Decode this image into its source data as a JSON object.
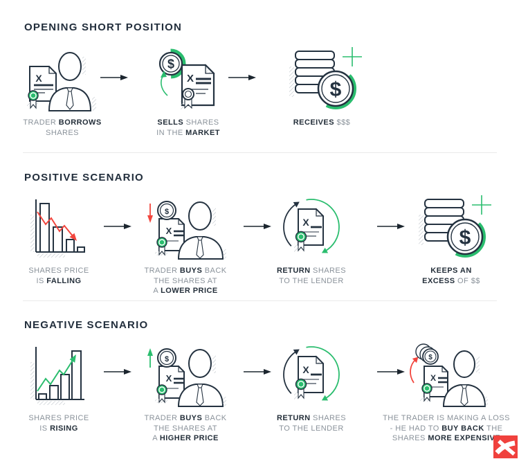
{
  "colors": {
    "navy": "#243240",
    "caption_gray": "#8a929a",
    "green": "#2abd6e",
    "red": "#f2453d",
    "divider": "#eaeaea",
    "logo_red": "#f0413d"
  },
  "sections": [
    {
      "title": "OPENING SHORT POSITION",
      "steps": [
        {
          "icon": "borrow-shares-icon",
          "caption": [
            [
              {
                "t": "TRADER ",
                "b": false
              },
              {
                "t": "BORROWS",
                "b": true
              }
            ],
            [
              {
                "t": "SHARES",
                "b": false
              }
            ]
          ]
        },
        {
          "icon": "sell-shares-icon",
          "caption": [
            [
              {
                "t": "SELLS",
                "b": true
              },
              {
                "t": " SHARES",
                "b": false
              }
            ],
            [
              {
                "t": "IN THE ",
                "b": false
              },
              {
                "t": "MARKET",
                "b": true
              }
            ]
          ]
        },
        {
          "icon": "receive-money-icon",
          "caption": [
            [
              {
                "t": "RECEIVES",
                "b": true
              },
              {
                "t": " $$$",
                "b": false
              }
            ]
          ]
        }
      ]
    },
    {
      "title": "POSITIVE SCENARIO",
      "steps": [
        {
          "icon": "falling-chart-icon",
          "caption": [
            [
              {
                "t": "SHARES PRICE",
                "b": false
              }
            ],
            [
              {
                "t": "IS ",
                "b": false
              },
              {
                "t": "FALLING",
                "b": true
              }
            ]
          ]
        },
        {
          "icon": "buy-back-lower-icon",
          "caption": [
            [
              {
                "t": "TRADER ",
                "b": false
              },
              {
                "t": "BUYS",
                "b": true
              },
              {
                "t": " BACK",
                "b": false
              }
            ],
            [
              {
                "t": "THE SHARES AT",
                "b": false
              }
            ],
            [
              {
                "t": "A ",
                "b": false
              },
              {
                "t": "LOWER PRICE",
                "b": true
              }
            ]
          ]
        },
        {
          "icon": "return-shares-icon",
          "caption": [
            [
              {
                "t": "RETURN",
                "b": true
              },
              {
                "t": " SHARES",
                "b": false
              }
            ],
            [
              {
                "t": "TO THE LENDER",
                "b": false
              }
            ]
          ]
        },
        {
          "icon": "keep-excess-icon",
          "caption": [
            [
              {
                "t": "KEEPS AN",
                "b": true
              }
            ],
            [
              {
                "t": "EXCESS",
                "b": true
              },
              {
                "t": " OF $$",
                "b": false
              }
            ]
          ]
        }
      ]
    },
    {
      "title": "NEGATIVE SCENARIO",
      "steps": [
        {
          "icon": "rising-chart-icon",
          "caption": [
            [
              {
                "t": "SHARES PRICE",
                "b": false
              }
            ],
            [
              {
                "t": "IS ",
                "b": false
              },
              {
                "t": "RISING",
                "b": true
              }
            ]
          ]
        },
        {
          "icon": "buy-back-higher-icon",
          "caption": [
            [
              {
                "t": "TRADER ",
                "b": false
              },
              {
                "t": "BUYS",
                "b": true
              },
              {
                "t": " BACK",
                "b": false
              }
            ],
            [
              {
                "t": "THE SHARES AT",
                "b": false
              }
            ],
            [
              {
                "t": "A ",
                "b": false
              },
              {
                "t": "HIGHER PRICE",
                "b": true
              }
            ]
          ]
        },
        {
          "icon": "return-shares-icon",
          "caption": [
            [
              {
                "t": "RETURN",
                "b": true
              },
              {
                "t": " SHARES",
                "b": false
              }
            ],
            [
              {
                "t": "TO THE LENDER",
                "b": false
              }
            ]
          ]
        },
        {
          "icon": "trader-loss-icon",
          "caption": [
            [
              {
                "t": "THE TRADER IS MAKING A LOSS",
                "b": false
              }
            ],
            [
              {
                "t": "- HE HAD TO ",
                "b": false
              },
              {
                "t": "BUY BACK",
                "b": true
              },
              {
                "t": " THE",
                "b": false
              }
            ],
            [
              {
                "t": "SHARES ",
                "b": false
              },
              {
                "t": "MORE EXPENSIVE",
                "b": true
              }
            ]
          ]
        }
      ]
    }
  ]
}
